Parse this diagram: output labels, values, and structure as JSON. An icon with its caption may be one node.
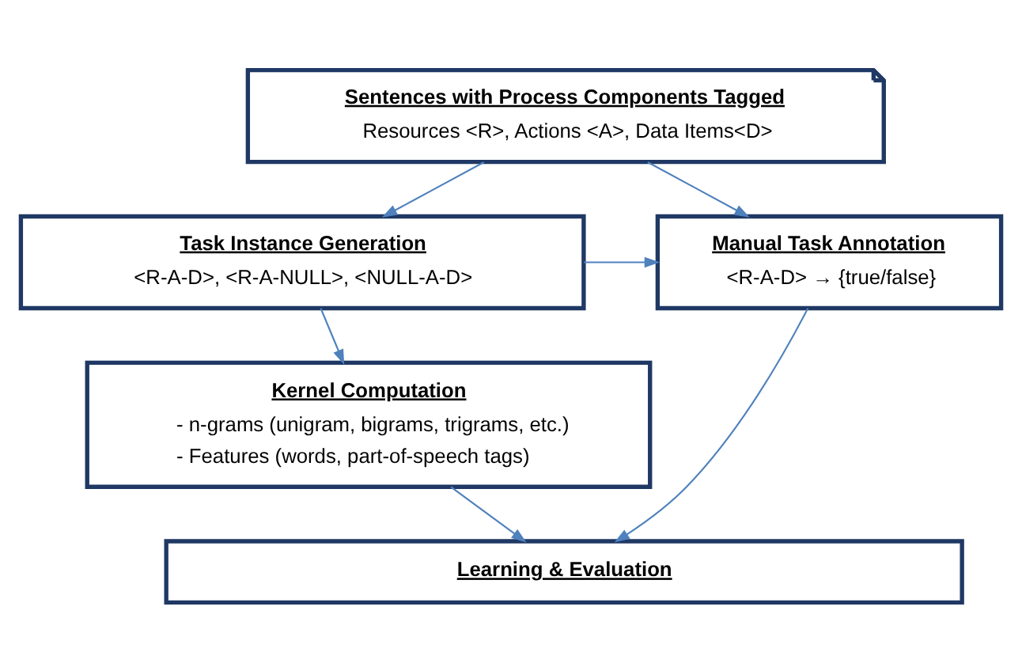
{
  "diagram": {
    "nodes": [
      {
        "text": [
          "Sentences with Process Components Tagged",
          "Resources <R>, Actions <A>, Data Items<D>"
        ]
      },
      {
        "text": [
          "Task Instance Generation",
          "<R-A-D>, <R-A-NULL>, <NULL-A-D>"
        ]
      },
      {
        "text": [
          "Manual Task Annotation",
          "<R-A-D> → {true/false}"
        ]
      },
      {
        "text": [
          "Kernel Computation",
          "- n-grams (unigram, bigrams, trigrams, etc.)",
          "- Features (words, part-of-speech tags)"
        ]
      },
      {
        "text": [
          "Learning & Evaluation"
        ]
      }
    ],
    "edges": [
      {
        "from": 0,
        "to": 1,
        "arrow": "to"
      },
      {
        "from": 0,
        "to": 2,
        "arrow": "to"
      },
      {
        "from": 1,
        "to": 2,
        "arrow": "to"
      },
      {
        "from": 1,
        "to": 3,
        "arrow": "to"
      },
      {
        "from": 3,
        "to": 4,
        "arrow": "to"
      },
      {
        "from": 2,
        "to": 4,
        "arrow": "to"
      }
    ]
  }
}
